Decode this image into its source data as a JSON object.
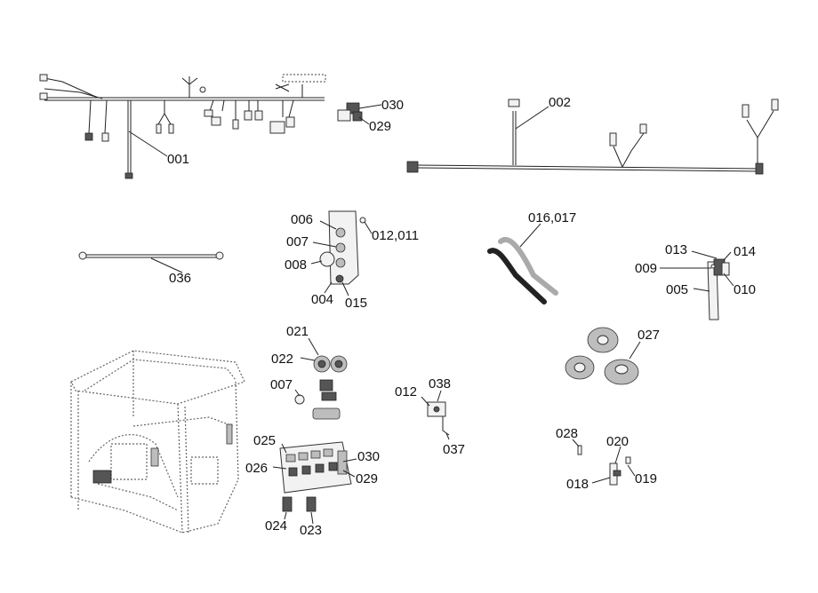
{
  "callouts": {
    "c001": "001",
    "c002": "002",
    "c004": "004",
    "c005": "005",
    "c006": "006",
    "c007a": "007",
    "c007b": "007",
    "c008": "008",
    "c009": "009",
    "c010": "010",
    "c012_011": "012,011",
    "c012": "012",
    "c013": "013",
    "c014": "014",
    "c015": "015",
    "c016_017": "016,017",
    "c018": "018",
    "c019": "019",
    "c020": "020",
    "c021": "021",
    "c022": "022",
    "c023": "023",
    "c024": "024",
    "c025": "025",
    "c026": "026",
    "c027": "027",
    "c028": "028",
    "c029a": "029",
    "c029b": "029",
    "c030a": "030",
    "c030b": "030",
    "c036": "036",
    "c037": "037",
    "c038": "038"
  },
  "colors": {
    "line": "#222222",
    "part_fill": "#f2f2f2",
    "metal": "#bdbdbd",
    "dark": "#555555"
  }
}
